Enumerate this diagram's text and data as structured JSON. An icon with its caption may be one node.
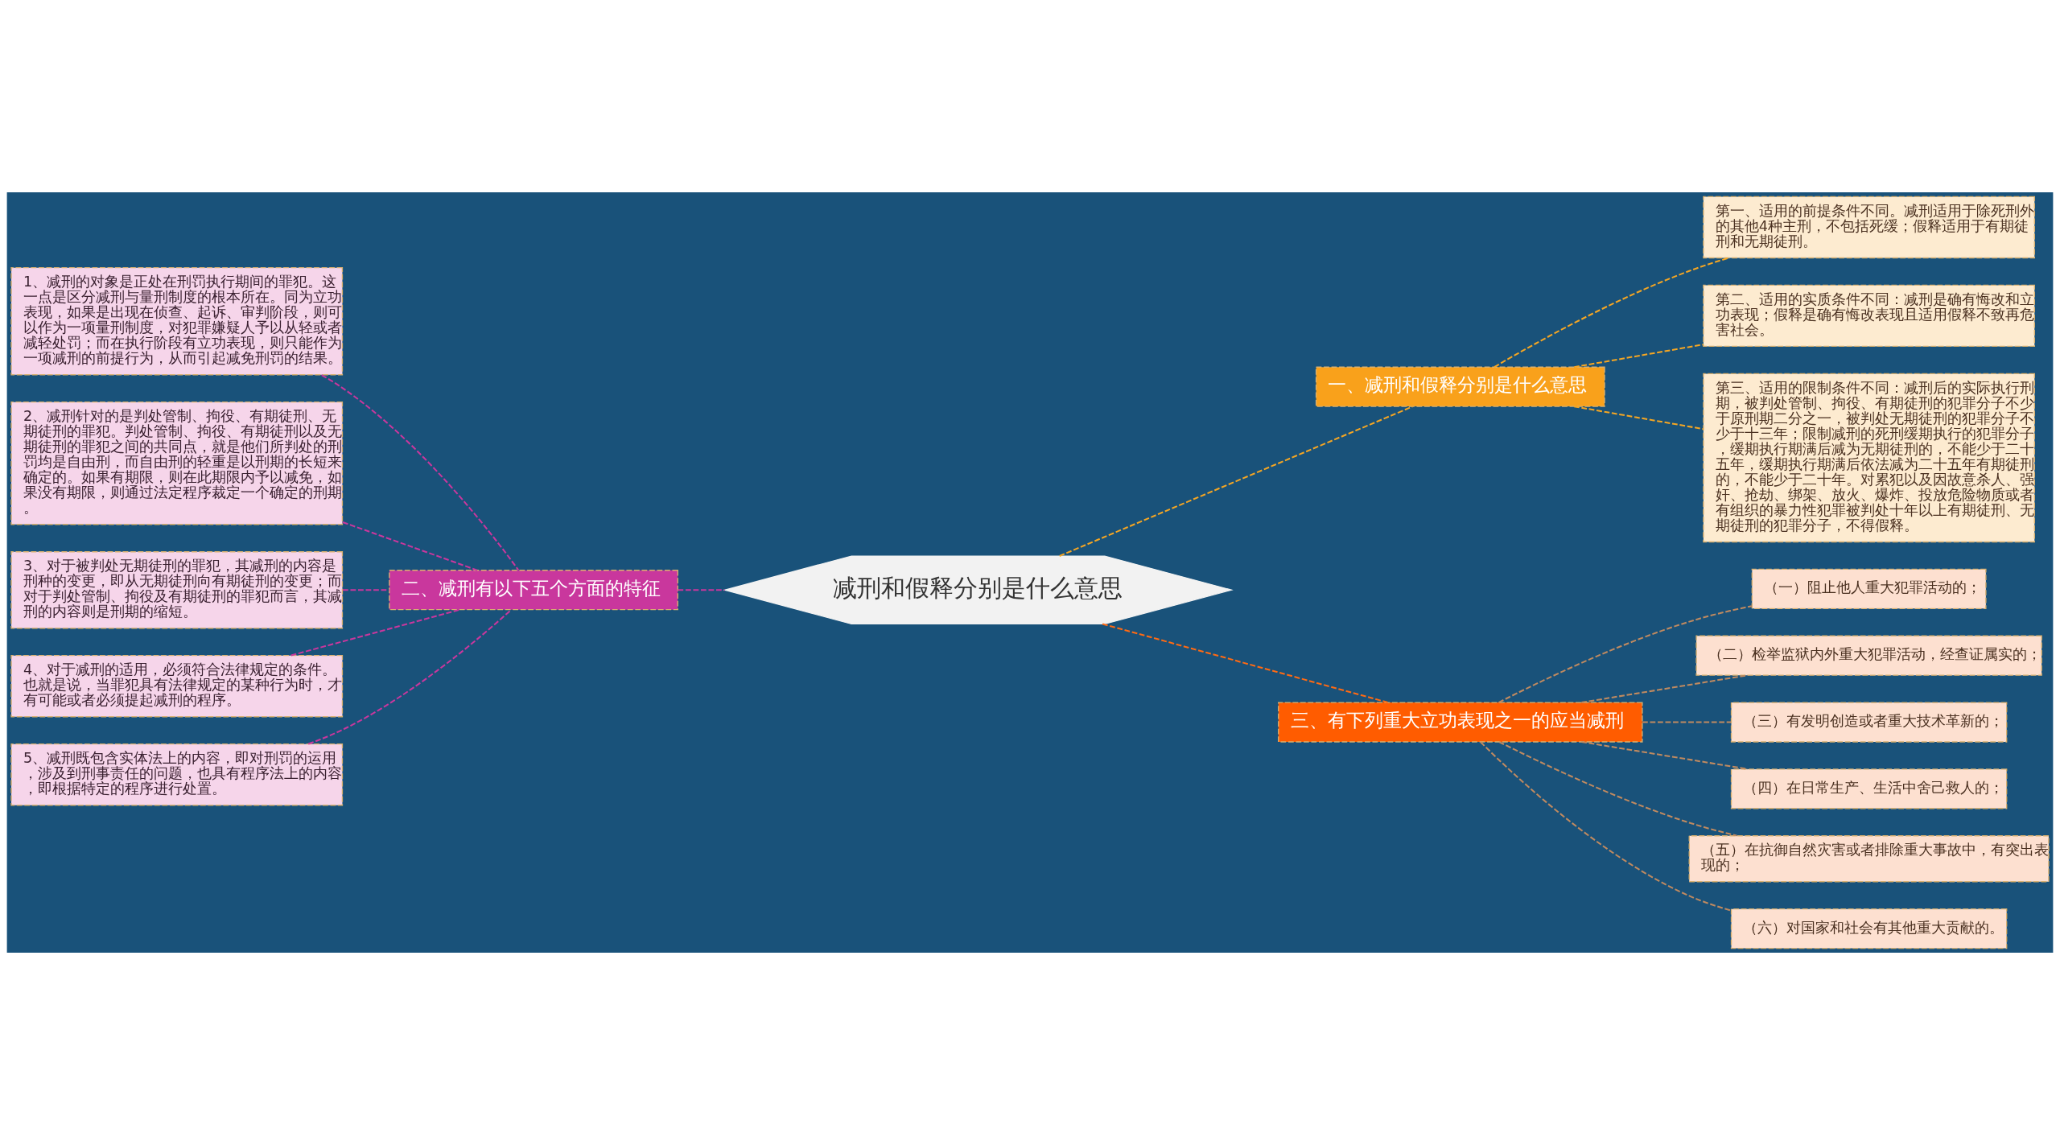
{
  "diagram": {
    "nodes": [
      {
        "text": [
          "减刑和假释分别是什么意思"
        ]
      },
      {
        "text": [
          "一、减刑和假释分别是什么意思"
        ]
      },
      {
        "text": [
          "第一、适用的前提条件不同。减刑适用于除死刑外的其他4种主刑，不包括死缓；假释适用于有期徒刑和无期徒刑。"
        ]
      },
      {
        "text": [
          "第二、适用的实质条件不同：减刑是确有悔改和立功表现；假释是确有悔改表现且适用假释不致再危害社会。"
        ]
      },
      {
        "text": [
          "第三、适用的限制条件不同：减刑后的实际执行刑期，被判处管制、拘役、有期徒刑的犯罪分子不少于原刑期二分之一，被判处无期徒刑的犯罪分子不少于十三年；限制减刑的死刑缓期执行的犯罪分子，缓期执行期满后减为无期徒刑的，不能少于二十五年，缓期执行期满后依法减为二十五年有期徒刑的，不能少于二十年。对累犯以及因故意杀人、强奸、抢劫、绑架、放火、爆炸、投放危险物质或者有组织的暴力性犯罪被判处十年以上有期徒刑、无期徒刑的犯罪分子，不得假释。"
        ]
      },
      {
        "text": [
          "二、减刑有以下五个方面的特征"
        ]
      },
      {
        "text": [
          "1、减刑的对象是正处在刑罚执行期间的罪犯。这一点是区分减刑与量刑制度的根本所在。同为立功表现，如果是出现在侦查、起诉、审判阶段，则可以作为一项量刑制度，对犯罪嫌疑人予以从轻或者减轻处罚；而在执行阶段有立功表现，则只能作为一项减刑的前提行为，从而引起减免刑罚的结果。"
        ]
      },
      {
        "text": [
          "2、减刑针对的是判处管制、拘役、有期徒刑、无期徒刑的罪犯。判处管制、拘役、有期徒刑以及无期徒刑的罪犯之间的共同点，就是他们所判处的刑罚均是自由刑，而自由刑的轻重是以刑期的长短来确定的。如果有期限，则在此期限内予以减免，如果没有期限，则通过法定程序裁定一个确定的刑期。"
        ]
      },
      {
        "text": [
          "3、对于被判处无期徒刑的罪犯，其减刑的内容是刑种的变更，即从无期徒刑向有期徒刑的变更；而对于判处管制、拘役及有期徒刑的罪犯而言，其减刑的内容则是刑期的缩短。"
        ]
      },
      {
        "text": [
          "4、对于减刑的适用，必须符合法律规定的条件。也就是说，当罪犯具有法律规定的某种行为时，才有可能或者必须提起减刑的程序。"
        ]
      },
      {
        "text": [
          "5、减刑既包含实体法上的内容，即对刑罚的运用，涉及到刑事责任的问题，也具有程序法上的内容，即根据特定的程序进行处置。"
        ]
      },
      {
        "text": [
          "三、有下列重大立功表现之一的应当减刑"
        ]
      },
      {
        "text": [
          "（一）阻止他人重大犯罪活动的；"
        ]
      },
      {
        "text": [
          "（二）检举监狱内外重大犯罪活动，经查证属实的；"
        ]
      },
      {
        "text": [
          "（三）有发明创造或者重大技术革新的；"
        ]
      },
      {
        "text": [
          "（四）在日常生产、生活中舍己救人的；"
        ]
      },
      {
        "text": [
          "（五）在抗御自然灾害或者排除重大事故中，有突出表现的；"
        ]
      },
      {
        "text": [
          "（六）对国家和社会有其他重大贡献的。"
        ]
      }
    ],
    "edges": [
      {
        "from": 0,
        "to": 1,
        "arrow": "none",
        "style": "dashed",
        "color": "#f5a623"
      },
      {
        "from": 1,
        "to": 2,
        "arrow": "none",
        "style": "dashed",
        "color": "#f5a623"
      },
      {
        "from": 1,
        "to": 3,
        "arrow": "none",
        "style": "dashed",
        "color": "#f5a623"
      },
      {
        "from": 1,
        "to": 4,
        "arrow": "none",
        "style": "dashed",
        "color": "#f5a623"
      },
      {
        "from": 0,
        "to": 5,
        "arrow": "none",
        "style": "dashed",
        "color": "#c9379d"
      },
      {
        "from": 5,
        "to": 6,
        "arrow": "none",
        "style": "dashed",
        "color": "#c9379d"
      },
      {
        "from": 5,
        "to": 7,
        "arrow": "none",
        "style": "dashed",
        "color": "#c9379d"
      },
      {
        "from": 5,
        "to": 8,
        "arrow": "none",
        "style": "dashed",
        "color": "#c9379d"
      },
      {
        "from": 5,
        "to": 9,
        "arrow": "none",
        "style": "dashed",
        "color": "#c9379d"
      },
      {
        "from": 5,
        "to": 10,
        "arrow": "none",
        "style": "dashed",
        "color": "#c9379d"
      },
      {
        "from": 0,
        "to": 11,
        "arrow": "none",
        "style": "dashed",
        "color": "#ff6a13"
      },
      {
        "from": 11,
        "to": 12,
        "arrow": "none",
        "style": "dashed",
        "color": "#c08a60"
      },
      {
        "from": 11,
        "to": 13,
        "arrow": "none",
        "style": "dashed",
        "color": "#c08a60"
      },
      {
        "from": 11,
        "to": 14,
        "arrow": "none",
        "style": "dashed",
        "color": "#c08a60"
      },
      {
        "from": 11,
        "to": 15,
        "arrow": "none",
        "style": "dashed",
        "color": "#c08a60"
      },
      {
        "from": 11,
        "to": 16,
        "arrow": "none",
        "style": "dashed",
        "color": "#c08a60"
      },
      {
        "from": 11,
        "to": 17,
        "arrow": "none",
        "style": "dashed",
        "color": "#c08a60"
      }
    ]
  }
}
